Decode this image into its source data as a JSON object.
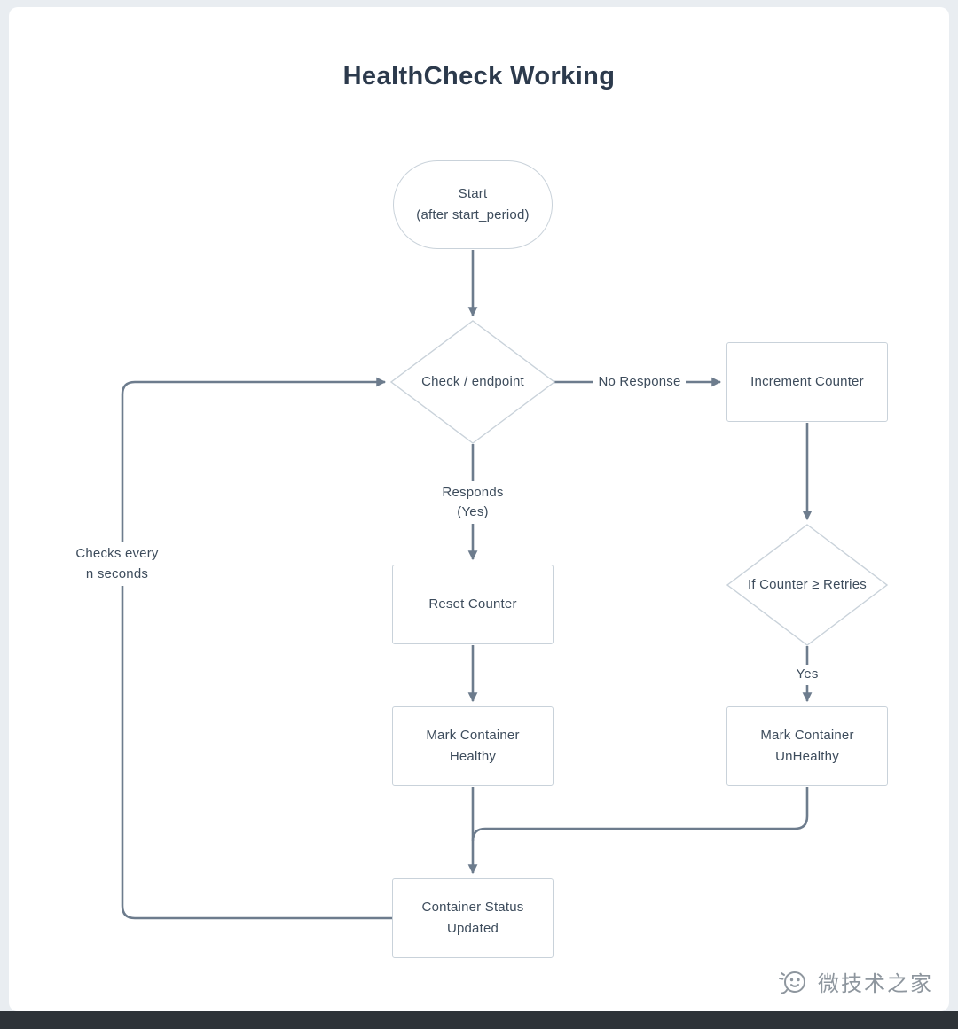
{
  "title": "HealthCheck Working",
  "nodes": {
    "start": {
      "line1": "Start",
      "line2": "(after start_period)"
    },
    "check_endpoint": {
      "label": "Check / endpoint"
    },
    "increment_counter": {
      "label": "Increment Counter"
    },
    "counter_retries": {
      "label": "If Counter ≥ Retries"
    },
    "reset_counter": {
      "label": "Reset Counter"
    },
    "mark_healthy": {
      "line1": "Mark Container",
      "line2": "Healthy"
    },
    "mark_unhealthy": {
      "line1": "Mark Container",
      "line2": "UnHealthy"
    },
    "container_status": {
      "line1": "Container Status",
      "line2": "Updated"
    }
  },
  "edge_labels": {
    "no_response": "No Response",
    "responds": {
      "line1": "Responds",
      "line2": "(Yes)"
    },
    "yes": "Yes",
    "loop": {
      "line1": "Checks every",
      "line2": "n seconds"
    }
  },
  "watermark": {
    "icon": "chat-smiley-logo",
    "text": "微技术之家"
  },
  "colors": {
    "background": "#e9edf1",
    "card": "#ffffff",
    "node_border": "#c9d2da",
    "node_text": "#3d4c5c",
    "arrow": "#6d7c8d",
    "title": "#2c3a4c",
    "bottom_band": "#2e3338",
    "watermark": "#8e969e"
  }
}
